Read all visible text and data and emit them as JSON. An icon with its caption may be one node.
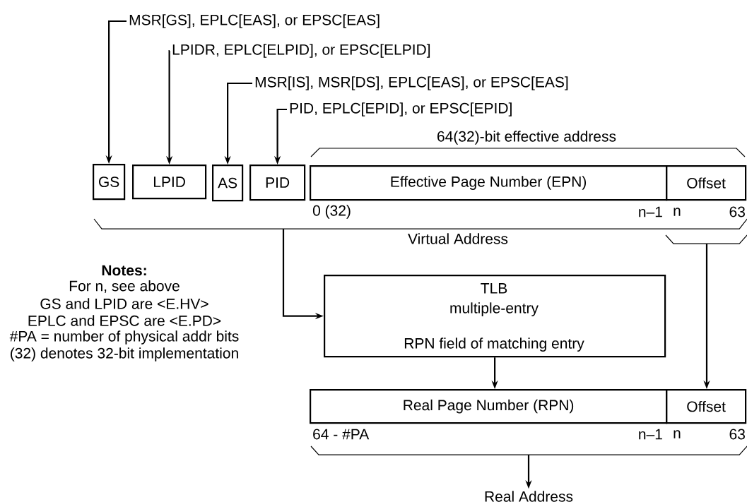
{
  "diagram": {
    "nodes": [
      {
        "text": [
          "MSR[GS], EPLC[EAS], or EPSC[EAS]"
        ]
      },
      {
        "text": [
          "LPIDR, EPLC[ELPID], or EPSC[ELPID]"
        ]
      },
      {
        "text": [
          "MSR[IS], MSR[DS], EPLC[EAS], or EPSC[EAS]"
        ]
      },
      {
        "text": [
          "PID, EPLC[EPID], or EPSC[EPID]"
        ]
      },
      {
        "text": [
          "GS"
        ]
      },
      {
        "text": [
          "LPID"
        ]
      },
      {
        "text": [
          "AS"
        ]
      },
      {
        "text": [
          "PID"
        ]
      },
      {
        "text": [
          "Effective Page Number (EPN)"
        ]
      },
      {
        "text": [
          "Offset"
        ]
      },
      {
        "text": [
          "TLB",
          "multiple-entry",
          "RPN field of matching entry"
        ]
      },
      {
        "text": [
          "Real Page Number (RPN)"
        ]
      },
      {
        "text": [
          "Offset"
        ]
      },
      {
        "text": [
          "Real Address"
        ]
      },
      {
        "text": [],
        "shape": "brace"
      },
      {
        "text": [],
        "shape": "brace"
      },
      {
        "text": [],
        "shape": "brace"
      }
    ],
    "edges": [
      {
        "from": 0,
        "to": 4,
        "arrow": "to"
      },
      {
        "from": 1,
        "to": 5,
        "arrow": "to"
      },
      {
        "from": 2,
        "to": 6,
        "arrow": "to"
      },
      {
        "from": 3,
        "to": 7,
        "arrow": "to"
      },
      {
        "from": 14,
        "to": 10,
        "arrow": "to"
      },
      {
        "from": 15,
        "to": 12,
        "arrow": "to"
      },
      {
        "from": 10,
        "to": 11,
        "arrow": "to"
      },
      {
        "from": 16,
        "to": 13,
        "arrow": "to"
      }
    ],
    "labels": [
      "64(32)-bit effective address",
      "0 (32)",
      "n–1",
      "n",
      "63",
      "Virtual Address",
      "Notes:",
      "For n, see above",
      "GS and LPID are <E.HV>",
      "EPLC and EPSC are <E.PD>",
      "#PA = number of physical addr bits",
      "(32) denotes 32-bit implementation",
      "64 - #PA",
      "n–1",
      "n",
      "63"
    ]
  }
}
